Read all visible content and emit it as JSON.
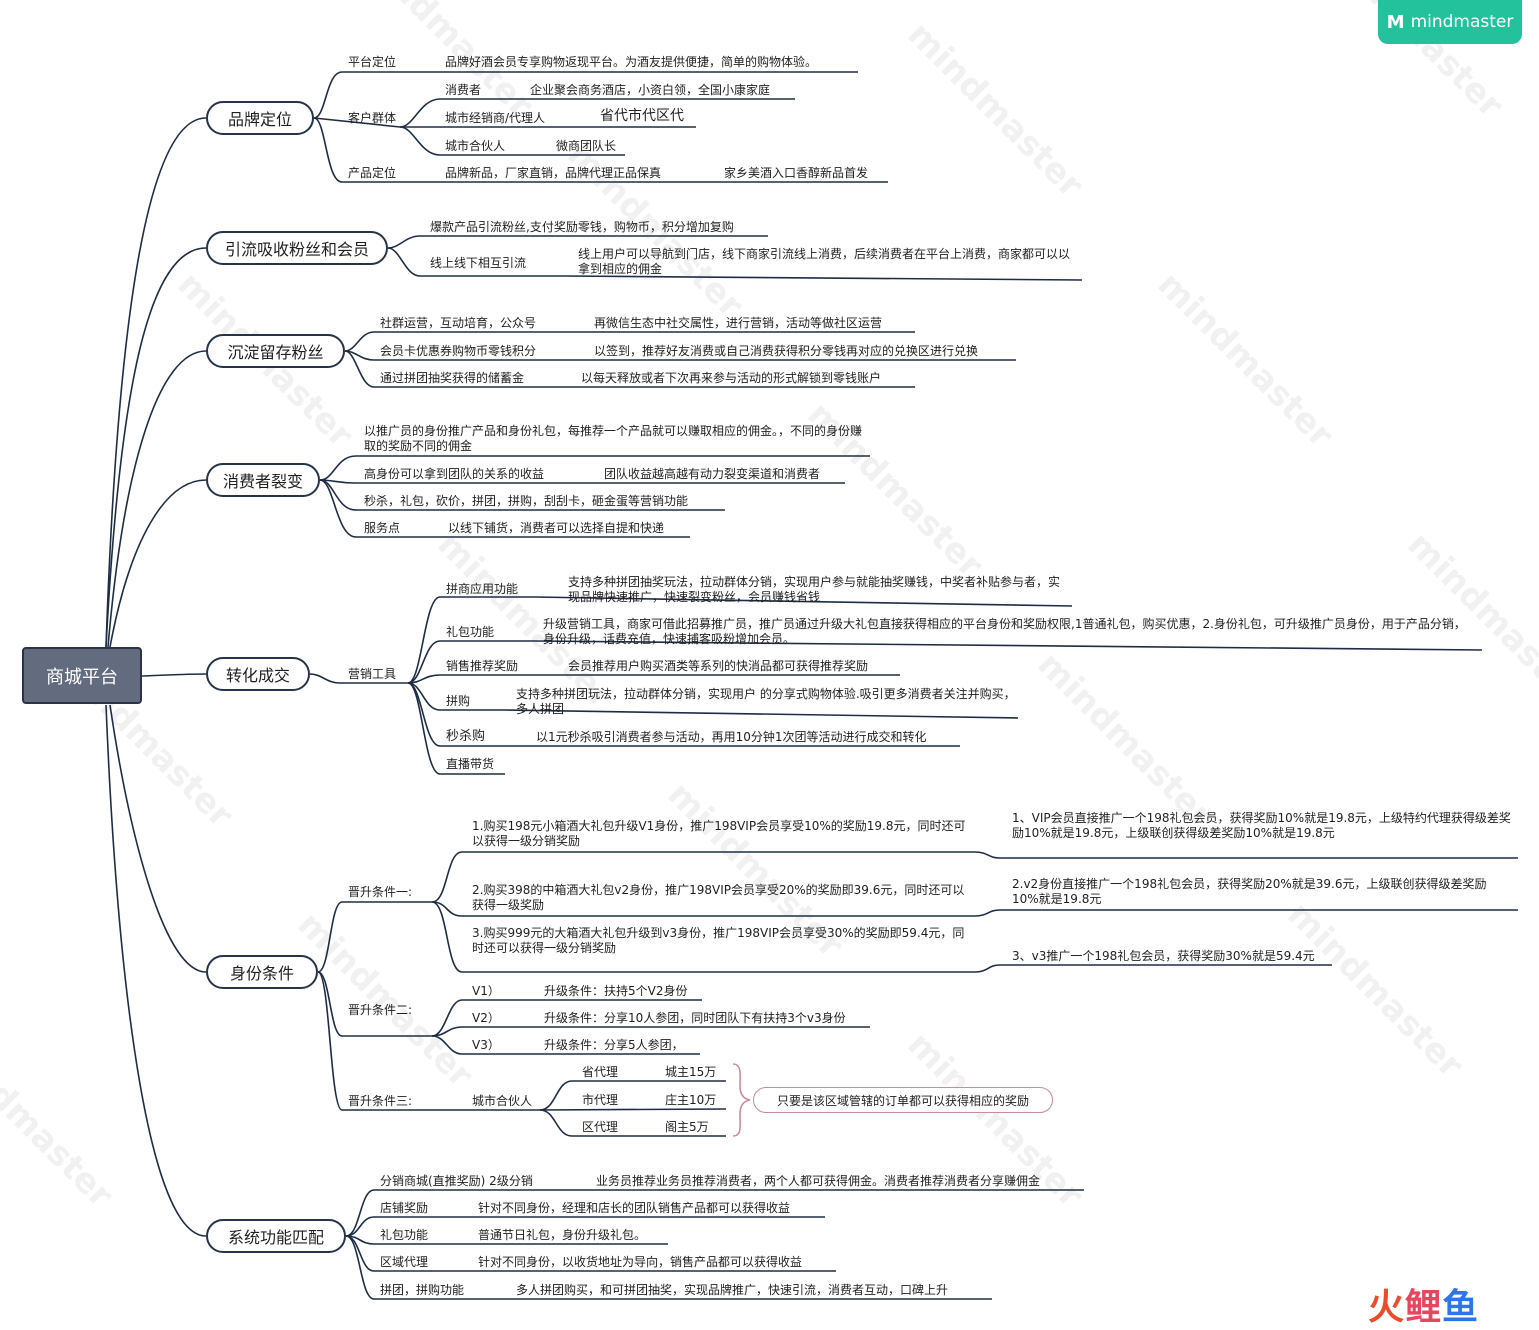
{
  "brand": {
    "logo_mark": "M",
    "name": "mindmaster",
    "watermark": "mindmaster"
  },
  "root": "商城平台",
  "branches": {
    "b1": {
      "label": "品牌定位",
      "items": {
        "pingtai": "平台定位",
        "pingtai_desc": "品牌好酒会员专享购物返现平台。为酒友提供便捷，简单的购物体验。",
        "kehu": "客户群体",
        "xiaofei": "消费者",
        "xiaofei_desc": "企业聚会商务酒店，小资白领，全国小康家庭",
        "jingxiao": "城市经销商/代理人",
        "jingxiao_desc": "省代市代区代",
        "hehuo": "城市合伙人",
        "hehuo_desc": "微商团队长",
        "chanpin": "产品定位",
        "chanpin_desc": "品牌新品，厂家直销，品牌代理正品保真",
        "chanpin_desc2": "家乡美酒入口香醇新品首发"
      }
    },
    "b2": {
      "label": "引流吸收粉丝和会员",
      "items": {
        "baokuan": "爆款产品引流粉丝,支付奖励零钱，购物币，积分增加复购",
        "xianshang": "线上线下相互引流",
        "xianshang_desc": "线上用户可以导航到门店，线下商家引流线上消费，后续消费者在平台上消费，商家都可以以拿到相应的佣金"
      }
    },
    "b3": {
      "label": "沉淀留存粉丝",
      "items": {
        "shequn": "社群运营，互动培育，公众号",
        "shequn_desc": "再微信生态中社交属性，进行营销，活动等做社区运营",
        "huiyuan": "会员卡优惠券购物币零钱积分",
        "huiyuan_desc": "以签到，推荐好友消费或自己消费获得积分零钱再对应的兑换区进行兑换",
        "pintuan": "通过拼团抽奖获得的储蓄金",
        "pintuan_desc": "以每天释放或者下次再来参与活动的形式解锁到零钱账户"
      }
    },
    "b4": {
      "label": "消费者裂变",
      "items": {
        "tuiguang": "以推广员的身份推广产品和身份礼包，每推荐一个产品就可以赚取相应的佣金。，不同的身份赚取的奖励不同的佣金",
        "gaoshenfen": "高身份可以拿到团队的关系的收益",
        "gaoshenfen_desc": "团队收益越高越有动力裂变渠道和消费者",
        "miaosha": "秒杀，礼包，砍价，拼团，拼购，刮刮卡，砸金蛋等营销功能",
        "fuwu": "服务点",
        "fuwu_desc": "以线下铺货，消费者可以选择自提和快递"
      }
    },
    "b5": {
      "label": "转化成交",
      "sub": "营销工具",
      "items": {
        "pinshang": "拼商应用功能",
        "pinshang_desc": "支持多种拼团抽奖玩法，拉动群体分销，实现用户参与就能抽奖赚钱，中奖者补贴参与者，实现品牌快速推广，快速裂变粉丝，会员赚钱省钱",
        "libao": "礼包功能",
        "libao_desc": "升级营销工具，商家可借此招募推广员，推广员通过升级大礼包直接获得相应的平台身份和奖励权限,1普通礼包，购买优惠，2.身份礼包，可升级推广员身份，用于产品分销，身份升级，话费充值，快速捕客吸粉增加会员。",
        "xiaoshou": "销售推荐奖励",
        "xiaoshou_desc": "会员推荐用户购买酒类等系列的快消品都可获得推荐奖励",
        "pingou": "拼购",
        "pingou_desc": "支持多种拼团玩法，拉动群体分销，实现用户 的分享式购物体验.吸引更多消费者关注并购买，多人拼团",
        "miaoshagou": "秒杀购",
        "miaoshagou_desc": "以1元秒杀吸引消费者参与活动，再用10分钟1次团等活动进行成交和转化",
        "zhibo": "直播带货"
      }
    },
    "b6": {
      "label": "身份条件",
      "items": {
        "c1": "晋升条件一:",
        "c1_a": "1.购买198元小箱酒大礼包升级V1身份，推广198VIP会员享受10%的奖励19.8元，同时还可以获得一级分销奖励",
        "c1_a_r": "1、VIP会员直接推广一个198礼包会员，获得奖励10%就是19.8元，上级特约代理获得级差奖励10%就是19.8元，上级联创获得级差奖励10%就是19.8元",
        "c1_b": "2.购买398的中箱酒大礼包v2身份，推广198VIP会员享受20%的奖励即39.6元，同时还可以获得一级奖励",
        "c1_b_r": "2.v2身份直接推广一个198礼包会员，获得奖励20%就是39.6元，上级联创获得级差奖励10%就是19.8元",
        "c1_c": "3.购买999元的大箱酒大礼包升级到v3身份，推广198VIP会员享受30%的奖励即59.4元，同时还可以获得一级分销奖励",
        "c1_c_r": "3、v3推广一个198礼包会员，获得奖励30%就是59.4元",
        "c2": "晋升条件二:",
        "v1": "V1）",
        "v1_desc": "升级条件：扶持5个V2身份",
        "v2": "V2）",
        "v2_desc": "升级条件：分享10人参团，同时团队下有扶持3个v3身份",
        "v3": "V3）",
        "v3_desc": "升级条件：分享5人参团，",
        "c3": "晋升条件三:",
        "chengshi": "城市合伙人",
        "sheng": "省代理",
        "sheng_desc": "城主15万",
        "shi": "市代理",
        "shi_desc": "庄主10万",
        "qu": "区代理",
        "qu_desc": "阁主5万",
        "note": "只要是该区域管辖的订单都可以获得相应的奖励"
      }
    },
    "b7": {
      "label": "系统功能匹配",
      "items": {
        "fenxiao": "分销商城(直推奖励) 2级分销",
        "fenxiao_desc": "业务员推荐业务员推荐消费者，两个人都可获得佣金。消费者推荐消费者分享赚佣金",
        "dianpu": "店铺奖励",
        "dianpu_desc": "针对不同身份，经理和店长的团队销售产品都可以获得收益",
        "libao": "礼包功能",
        "libao_desc": "普通节日礼包，身份升级礼包。",
        "quyu": "区域代理",
        "quyu_desc": "针对不同身份，以收货地址为导向，销售产品都可以获得收益",
        "pintuan": "拼团，拼购功能",
        "pintuan_desc": "多人拼团购买，和可拼团抽奖，实现品牌推广，快速引流，消费者互动，口碑上升"
      }
    }
  },
  "corner_logo": {
    "a": "火",
    "b": "鲤",
    "c": "鱼"
  },
  "colors": {
    "line": "#1f2d44",
    "root_fill": "#636b7e",
    "brand": "#23c29d",
    "note_border": "#c98aa6"
  }
}
